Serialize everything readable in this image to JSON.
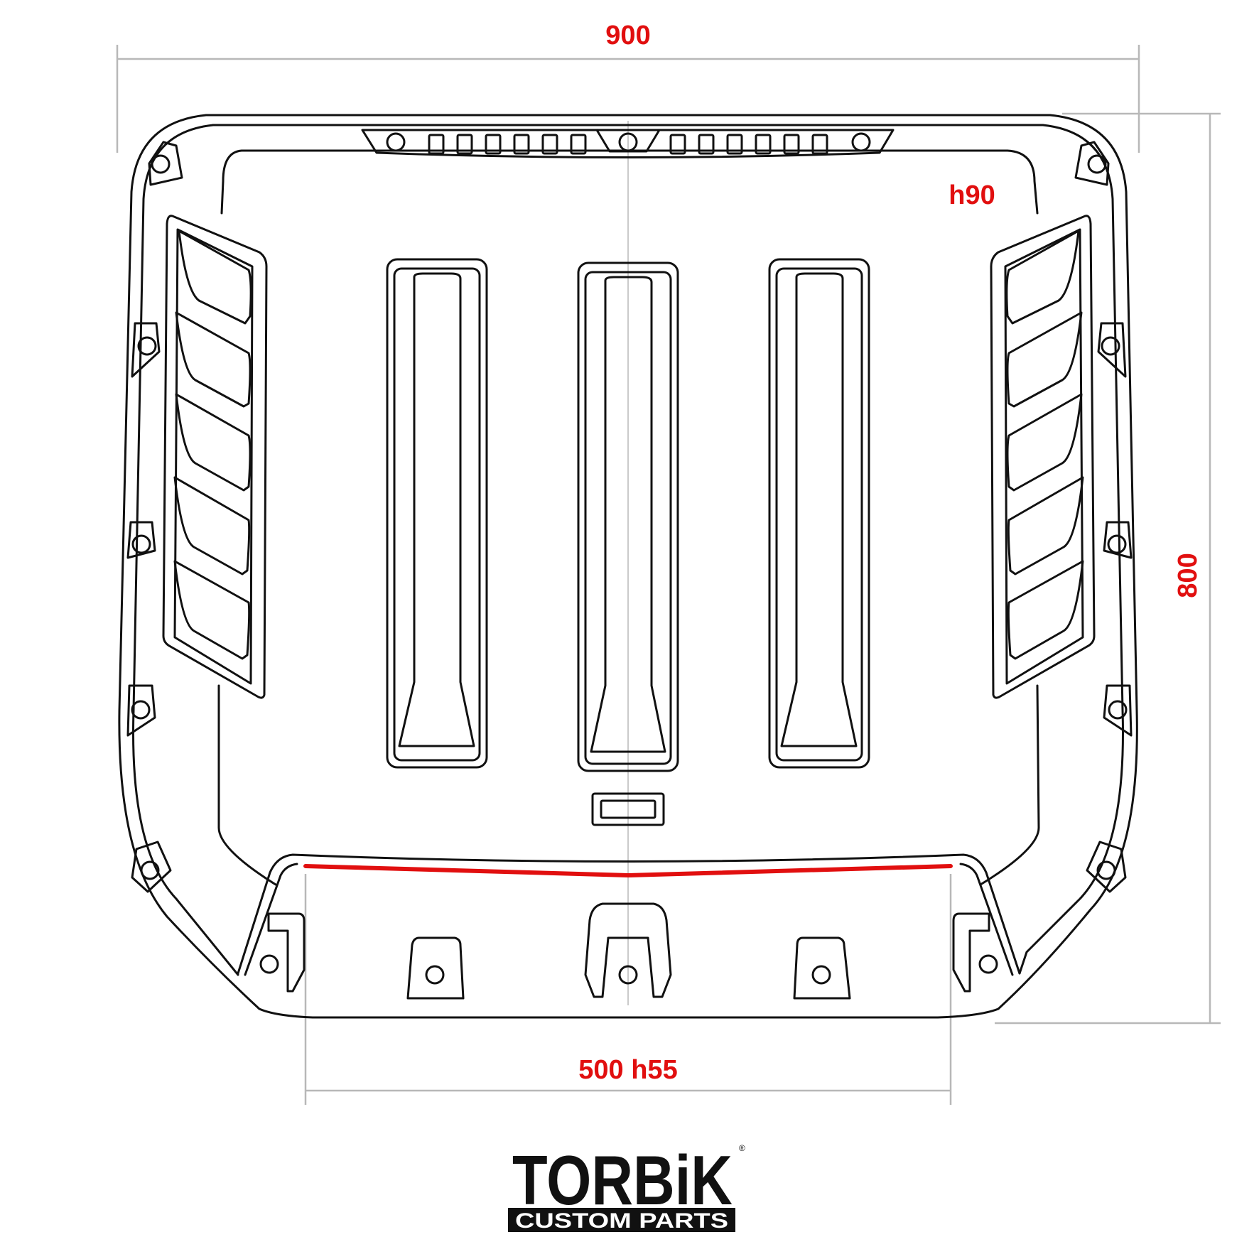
{
  "dimensions": {
    "overall_width": "900",
    "overall_height": "800",
    "scoop_height": "h90",
    "lip_width": "500 h55"
  },
  "logo": {
    "brand": "TORBiK",
    "tagline": "CUSTOM PARTS"
  },
  "colors": {
    "dimension_text": "#e10f0f",
    "highlight_line": "#e10f0f",
    "outline": "#111111",
    "dimension_line": "#b8b8b8"
  }
}
